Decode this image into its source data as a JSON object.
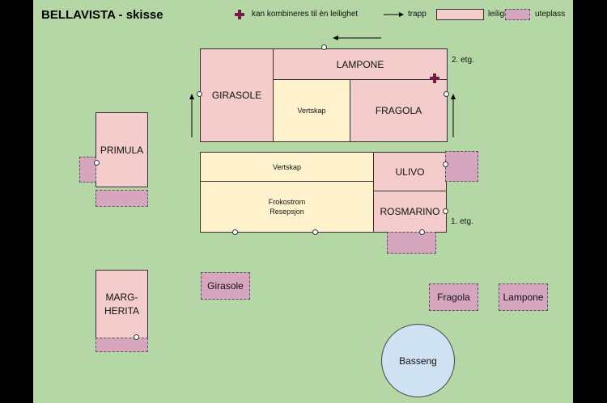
{
  "title": "BELLAVISTA - skisse",
  "legend": {
    "combine": "kan kombineres til èn leilighet",
    "stairs": "trapp",
    "apartment": "leilighet",
    "patio": "uteplass"
  },
  "floors": {
    "second": "2. etg.",
    "first": "1. etg."
  },
  "rooms": {
    "girasole": "GIRASOLE",
    "lampone": "LAMPONE",
    "vertskap_top": "Vertskap",
    "fragola": "FRAGOLA",
    "vertskap_bottom": "Vertskap",
    "frokost_line1": "Frokostrom",
    "frokost_line2": "Resepsjon",
    "ulivo": "ULIVO",
    "rosmarino": "ROSMARINO",
    "primula": "PRIMULA",
    "margherita_line1": "MARG-",
    "margherita_line2": "HERITA"
  },
  "patios": {
    "girasole": "Girasole",
    "fragola": "Fragola",
    "lampone": "Lampone"
  },
  "pool": "Basseng",
  "colors": {
    "background": "#b5d7a6",
    "apartment": "#f4cccc",
    "host": "#fff2cc",
    "patio": "#d5a6bd",
    "pool": "#cfe2f3",
    "combine_cross": "#741b47"
  }
}
